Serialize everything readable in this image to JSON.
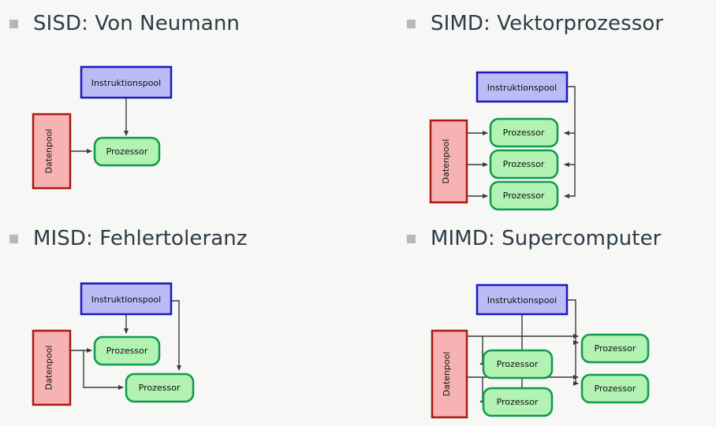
{
  "slide": {
    "background_color": "#f7f7f5",
    "bullet_color": "#b8b8b8",
    "title_color": "#2d3c48"
  },
  "palette": {
    "instruction_fill": "#bbbbf5",
    "instruction_stroke": "#1a1ac0",
    "data_fill": "#f7b3b3",
    "data_stroke": "#a81a12",
    "processor_fill": "#b2f2b2",
    "processor_stroke": "#0f9a4e",
    "arrow_color": "#3a3a3a"
  },
  "labels": {
    "instruction_pool": "Instruktionspool",
    "data_pool": "Datenpool",
    "processor": "Prozessor"
  },
  "items": [
    {
      "id": "sisd",
      "bullet": "square-bullet",
      "title": "SISD: Von Neumann",
      "instruction_pools": 1,
      "data_pools": 1,
      "processors": 1
    },
    {
      "id": "simd",
      "bullet": "square-bullet",
      "title": "SIMD: Vektorprozessor",
      "instruction_pools": 1,
      "data_pools": 1,
      "processors": 3
    },
    {
      "id": "misd",
      "bullet": "square-bullet",
      "title": "MISD: Fehlertoleranz",
      "instruction_pools": 1,
      "data_pools": 1,
      "processors": 2
    },
    {
      "id": "mimd",
      "bullet": "square-bullet",
      "title": "MIMD: Supercomputer",
      "instruction_pools": 1,
      "data_pools": 1,
      "processors": 4
    }
  ]
}
